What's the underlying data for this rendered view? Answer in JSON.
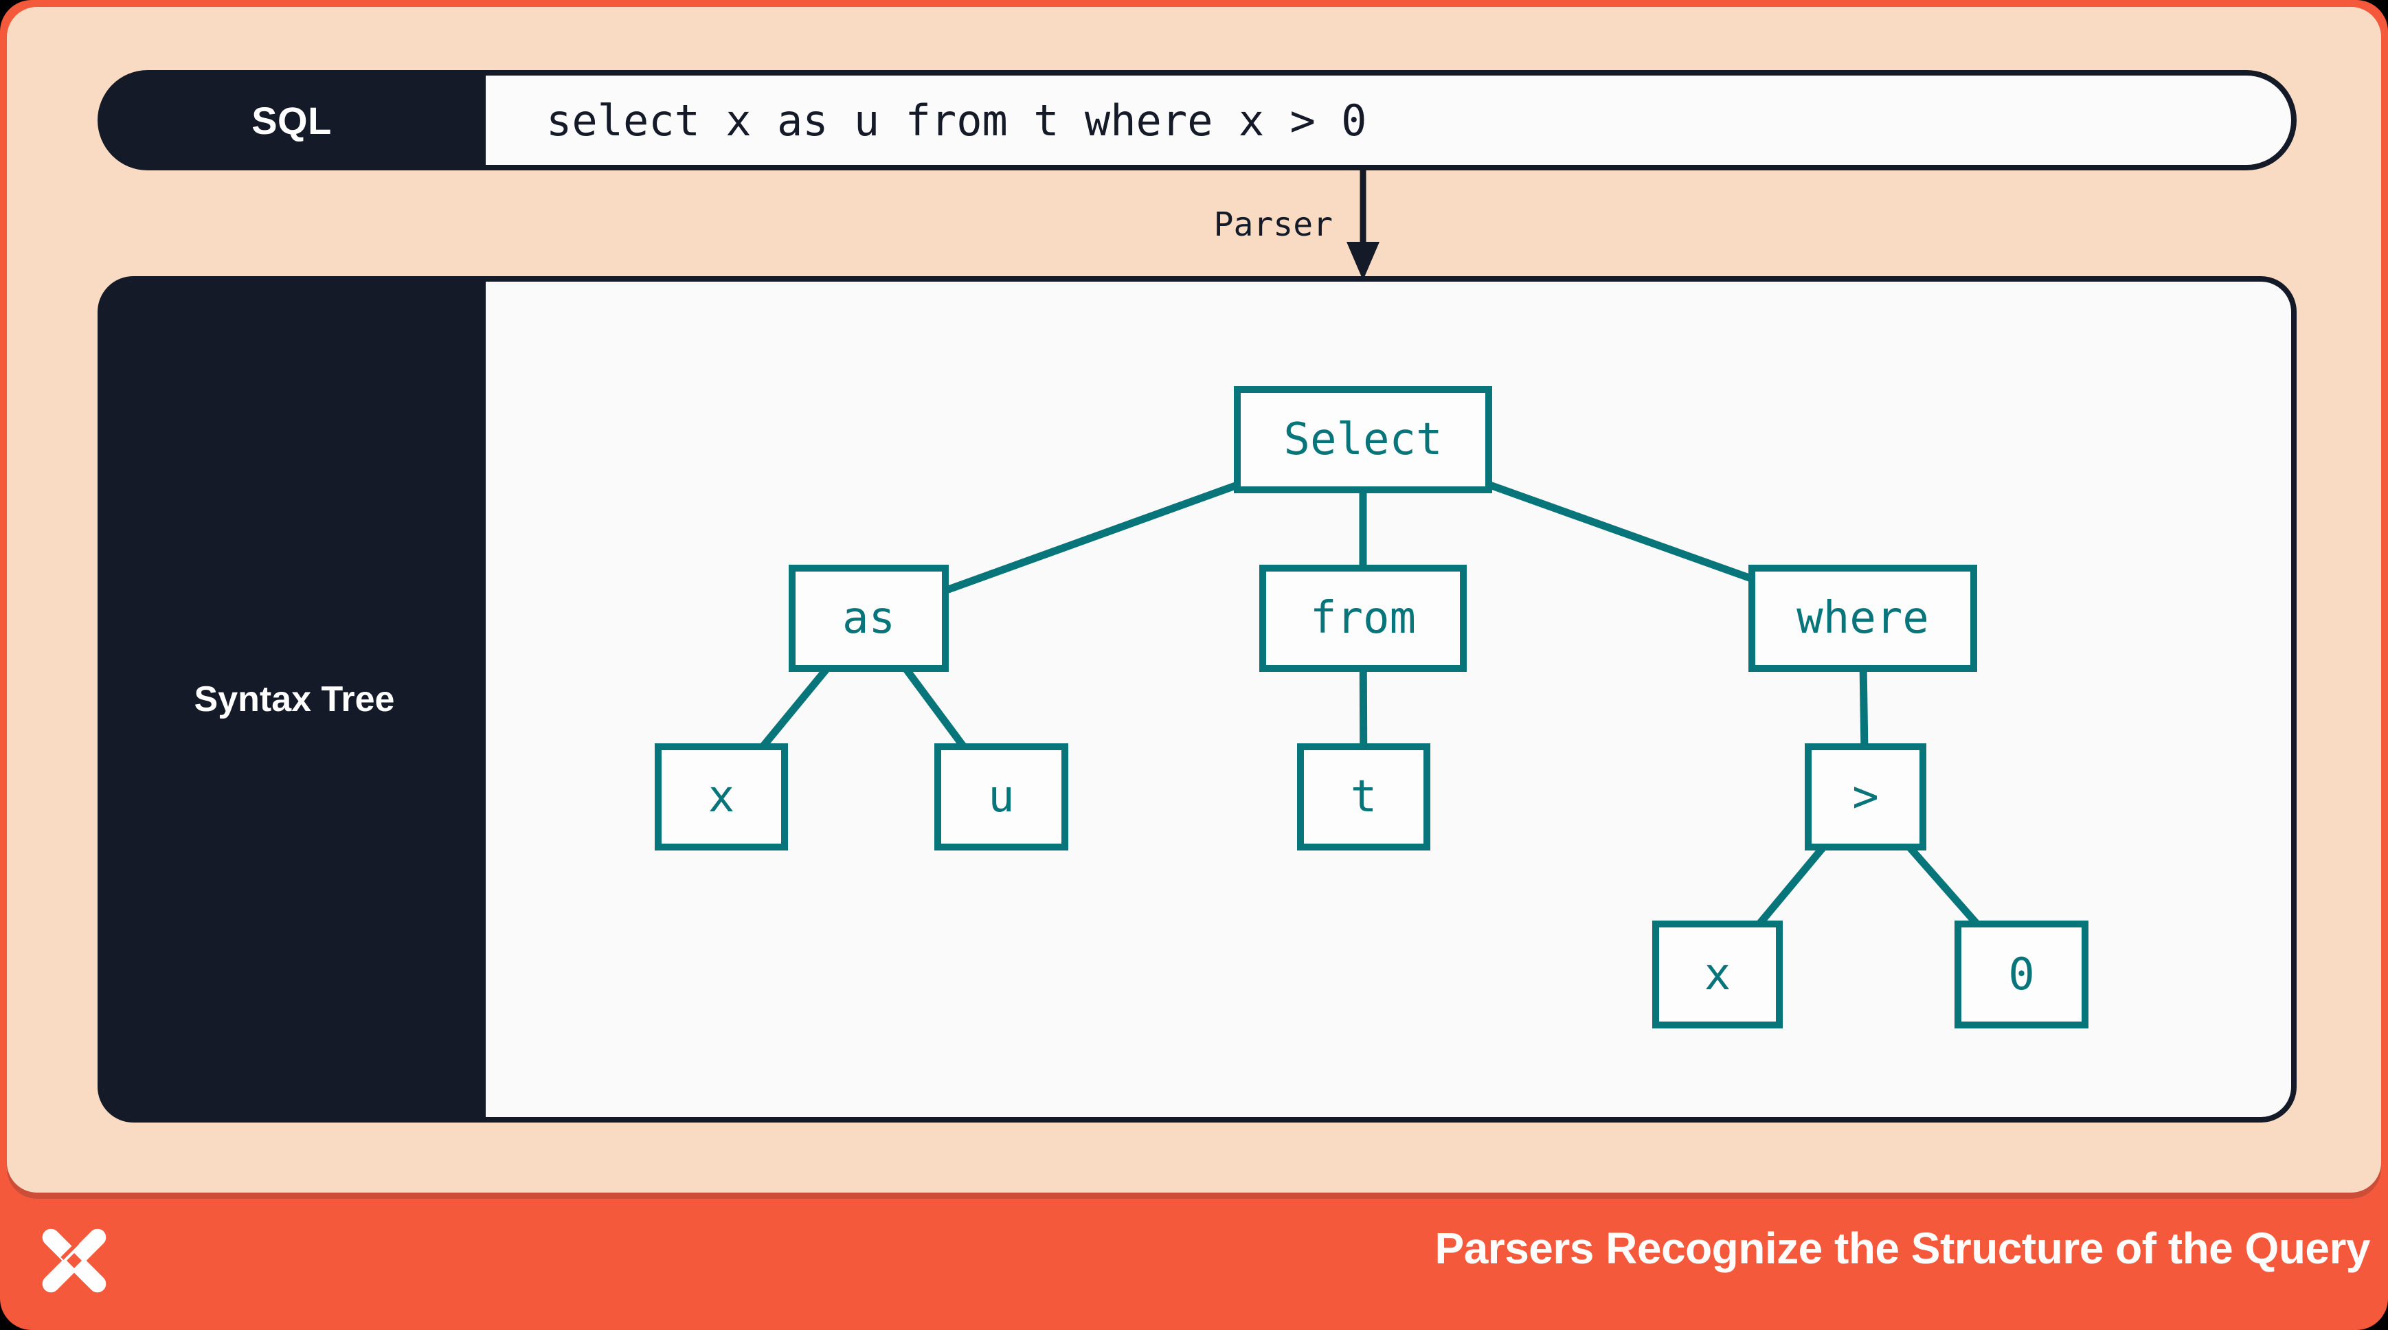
{
  "slide": {
    "sql_bar": {
      "label": "SQL",
      "query": "select x as u from t where x > 0"
    },
    "parser_label": "Parser",
    "syntax_tree": {
      "panel_label": "Syntax Tree",
      "nodes": [
        {
          "id": "select",
          "label": "Select"
        },
        {
          "id": "as",
          "label": "as"
        },
        {
          "id": "from",
          "label": "from"
        },
        {
          "id": "where",
          "label": "where"
        },
        {
          "id": "x-alias",
          "label": "x"
        },
        {
          "id": "u",
          "label": "u"
        },
        {
          "id": "t",
          "label": "t"
        },
        {
          "id": "gt",
          "label": ">"
        },
        {
          "id": "x-condition",
          "label": "x"
        },
        {
          "id": "zero",
          "label": "0"
        }
      ],
      "edges": [
        [
          "select",
          "as"
        ],
        [
          "select",
          "from"
        ],
        [
          "select",
          "where"
        ],
        [
          "as",
          "x-alias"
        ],
        [
          "as",
          "u"
        ],
        [
          "from",
          "t"
        ],
        [
          "where",
          "gt"
        ],
        [
          "gt",
          "x-condition"
        ],
        [
          "gt",
          "zero"
        ]
      ]
    },
    "footer": {
      "caption": "Parsers Recognize the Structure of the Query",
      "logo": "x-pinwheel-logo"
    },
    "colors": {
      "orange": "#f5593c",
      "peach": "#f8dbc2",
      "navy": "#141a27",
      "teal": "#07757a",
      "panel": "#fafafa"
    }
  }
}
